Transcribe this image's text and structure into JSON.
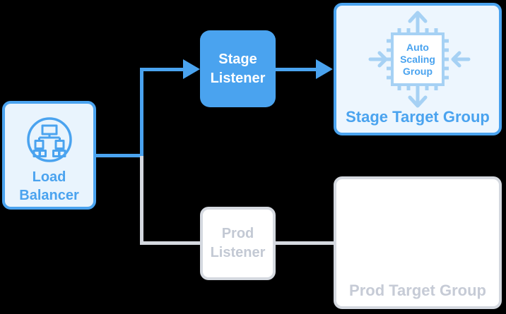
{
  "diagram": {
    "background_color": "#000000",
    "colors": {
      "accent_blue": "#4aa3ef",
      "light_blue_fill": "#e9f4fd",
      "icon_light_blue": "#a6d1f4",
      "inactive_gray_border": "#d5d9e0",
      "inactive_gray_text": "#c3c9d4",
      "white": "#ffffff"
    },
    "nodes": {
      "load_balancer": {
        "label": "Load Balancer",
        "icon": "load-balancer-icon",
        "state": "active"
      },
      "stage_listener": {
        "label": "Stage Listener",
        "state": "active"
      },
      "prod_listener": {
        "label": "Prod Listener",
        "state": "inactive"
      },
      "stage_target_group": {
        "label": "Stage Target Group",
        "icon": "auto-scaling-group-chip-icon",
        "icon_label": "Auto Scaling Group",
        "state": "active"
      },
      "prod_target_group": {
        "label": "Prod Target Group",
        "state": "inactive"
      }
    },
    "edges": [
      {
        "from": "load_balancer",
        "to": "stage_listener",
        "style": "blue-arrow"
      },
      {
        "from": "load_balancer",
        "to": "prod_listener",
        "style": "gray-line"
      },
      {
        "from": "stage_listener",
        "to": "stage_target_group",
        "style": "blue-arrow"
      },
      {
        "from": "prod_listener",
        "to": "prod_target_group",
        "style": "gray-line"
      }
    ]
  }
}
